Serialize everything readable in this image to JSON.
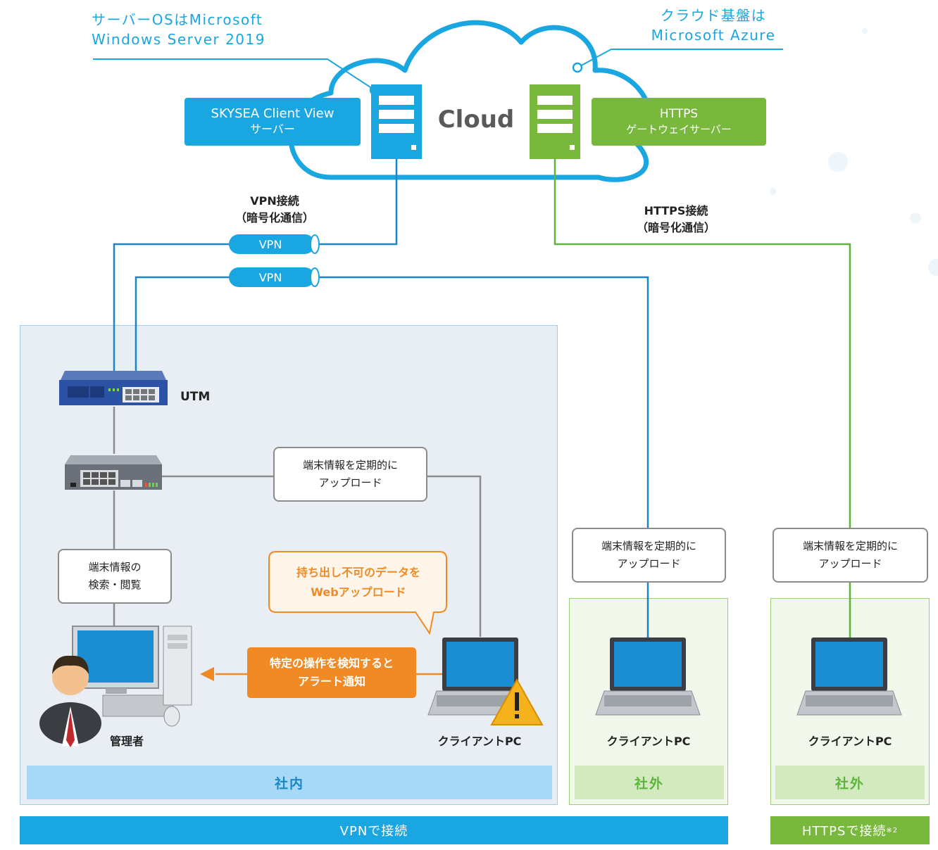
{
  "callouts": {
    "server_os_line1": "サーバーOSはMicrosoft",
    "server_os_line2": "Windows Server 2019",
    "cloud_infra_line1": "クラウド基盤は",
    "cloud_infra_line2": "Microsoft Azure"
  },
  "cloud": {
    "label": "Cloud",
    "skysea_server_line1": "SKYSEA Client View",
    "skysea_server_line2": "サーバー",
    "https_gateway_line1": "HTTPS",
    "https_gateway_line2": "ゲートウェイサーバー"
  },
  "connections": {
    "vpn_label_line1": "VPN接続",
    "vpn_label_line2": "（暗号化通信）",
    "https_label_line1": "HTTPS接続",
    "https_label_line2": "（暗号化通信）",
    "vpn_tunnel_1": "VPN",
    "vpn_tunnel_2": "VPN"
  },
  "internal": {
    "utm_label": "UTM",
    "upload_box_line1": "端末情報を定期的に",
    "upload_box_line2": "アップロード",
    "search_box_line1": "端末情報の",
    "search_box_line2": "検索・閲覧",
    "warning_bubble_line1": "持ち出し不可のデータを",
    "warning_bubble_line2": "Webアップロード",
    "alert_line1": "特定の操作を検知すると",
    "alert_line2": "アラート通知",
    "admin_label": "管理者",
    "client_label": "クライアントPC",
    "zone_label": "社内"
  },
  "external_vpn": {
    "upload_box_line1": "端末情報を定期的に",
    "upload_box_line2": "アップロード",
    "client_label": "クライアントPC",
    "zone_label": "社外"
  },
  "external_https": {
    "upload_box_line1": "端末情報を定期的に",
    "upload_box_line2": "アップロード",
    "client_label": "クライアントPC",
    "zone_label": "社外"
  },
  "bottom": {
    "vpn_bar": "VPNで接続",
    "https_bar": "HTTPSで接続",
    "https_note": "※2"
  },
  "colors": {
    "blue": "#1aa6e0",
    "green": "#78b83c",
    "orange": "#f08a24",
    "light_blue_zone": "#e9eef3",
    "light_green_zone": "#eef5e6"
  }
}
